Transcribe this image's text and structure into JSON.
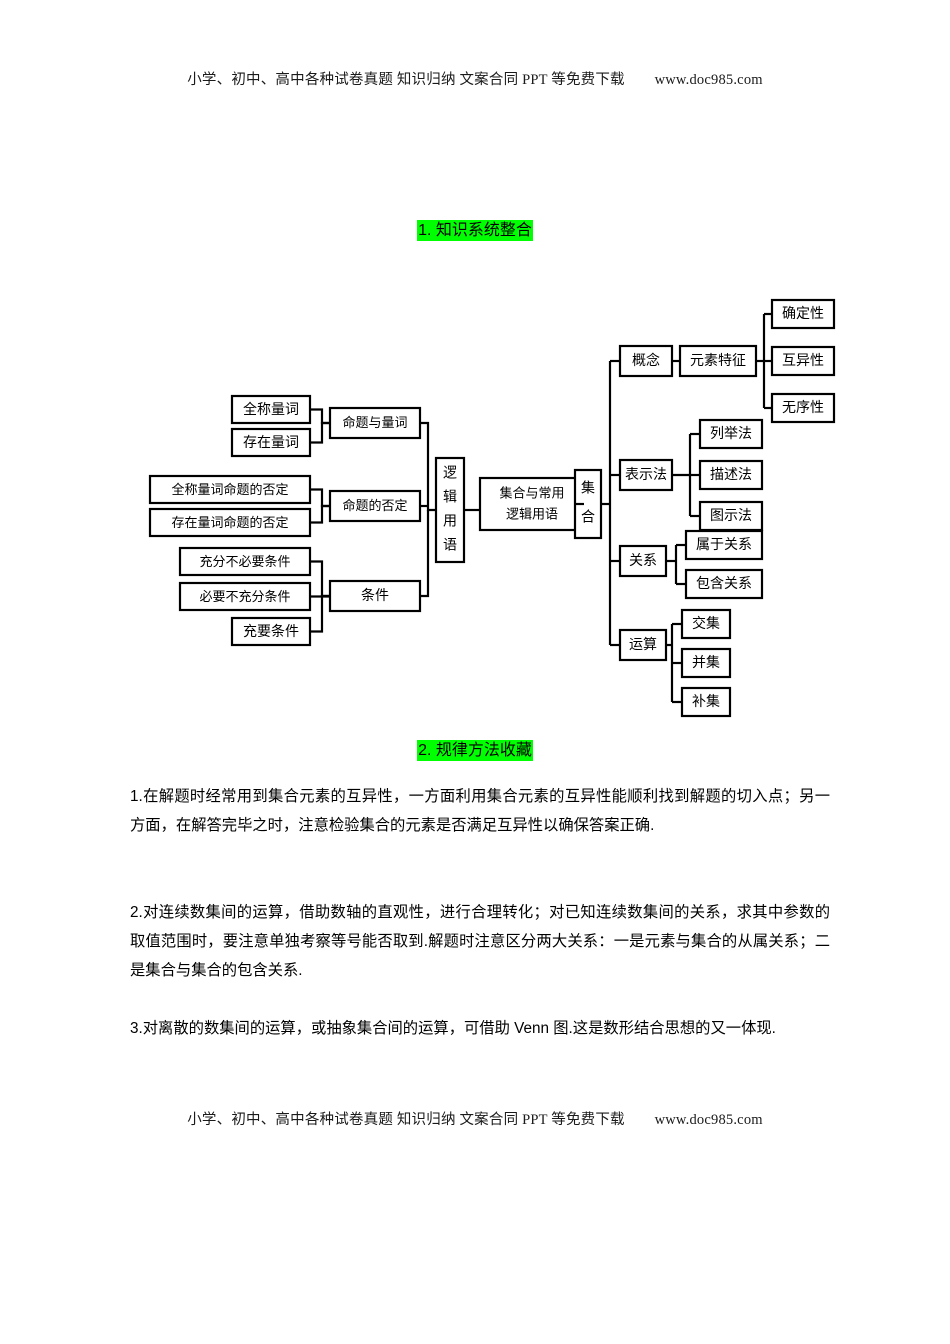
{
  "document": {
    "running_header": {
      "text": "小学、初中、高中各种试卷真题 知识归纳 文案合同 PPT 等免费下载",
      "site": "www.doc985.com"
    },
    "running_footer": {
      "text": "小学、初中、高中各种试卷真题 知识归纳 文案合同 PPT 等免费下载",
      "site": "www.doc985.com"
    }
  },
  "sections": {
    "title_1": "1. 知识系统整合",
    "title_2": "2. 规律方法收藏"
  },
  "colors": {
    "highlight": "#00ff00",
    "text": "#000000",
    "box_border": "#000000",
    "page_background": "#ffffff"
  },
  "diagram": {
    "root": "集合与常用逻辑用语",
    "branches": {
      "logic": {
        "label": "逻辑用语",
        "children": [
          {
            "label": "命题与量词",
            "children": [
              "全称量词",
              "存在量词"
            ]
          },
          {
            "label": "命题的否定",
            "children": [
              "全称量词命题的否定",
              "存在量词命题的否定"
            ]
          },
          {
            "label": "条件",
            "children": [
              "充分不必要条件",
              "必要不充分条件",
              "充要条件"
            ]
          }
        ]
      },
      "set": {
        "label": "集合",
        "children": [
          {
            "label": "概念",
            "children": [
              {
                "label": "元素特征",
                "children": [
                  "确定性",
                  "互异性",
                  "无序性"
                ]
              }
            ]
          },
          {
            "label": "表示法",
            "children": [
              "列举法",
              "描述法",
              "图示法"
            ]
          },
          {
            "label": "关系",
            "children": [
              "属于关系",
              "包含关系"
            ]
          },
          {
            "label": "运算",
            "children": [
              "交集",
              "并集",
              "补集"
            ]
          }
        ]
      }
    },
    "nodes": {
      "quantifier_universal": "全称量词",
      "quantifier_existential": "存在量词",
      "proposition_quantifier": "命题与量词",
      "negation_universal": "全称量词命题的否定",
      "negation_existential": "存在量词命题的否定",
      "proposition_negation": "命题的否定",
      "cond_sufficient": "充分不必要条件",
      "cond_necessary": "必要不充分条件",
      "cond_iff": "充要条件",
      "condition": "条件",
      "logic_terms_l1": "逻",
      "logic_terms_l2": "辑",
      "logic_terms_l3": "用",
      "logic_terms_l4": "语",
      "root_l1": "集合与常用",
      "root_l2": "逻辑用语",
      "set_l1": "集",
      "set_l2": "合",
      "concept": "概念",
      "element_feature": "元素特征",
      "determinacy": "确定性",
      "mutex": "互异性",
      "unordered": "无序性",
      "representation": "表示法",
      "enumeration": "列举法",
      "description": "描述法",
      "venn_method": "图示法",
      "relation": "关系",
      "belongs_to": "属于关系",
      "contains": "包含关系",
      "operation": "运算",
      "intersection": "交集",
      "union": "并集",
      "complement": "补集"
    }
  },
  "body": {
    "paragraph_1": "1.在解题时经常用到集合元素的互异性，一方面利用集合元素的互异性能顺利找到解题的切入点；另一方面，在解答完毕之时，注意检验集合的元素是否满足互异性以确保答案正确.",
    "paragraph_2": "2.对连续数集间的运算，借助数轴的直观性，进行合理转化；对已知连续数集间的关系，求其中参数的取值范围时，要注意单独考察等号能否取到.解题时注意区分两大关系：一是元素与集合的从属关系；二是集合与集合的包含关系.",
    "paragraph_3": "3.对离散的数集间的运算，或抽象集合间的运算，可借助 Venn 图.这是数形结合思想的又一体现."
  }
}
